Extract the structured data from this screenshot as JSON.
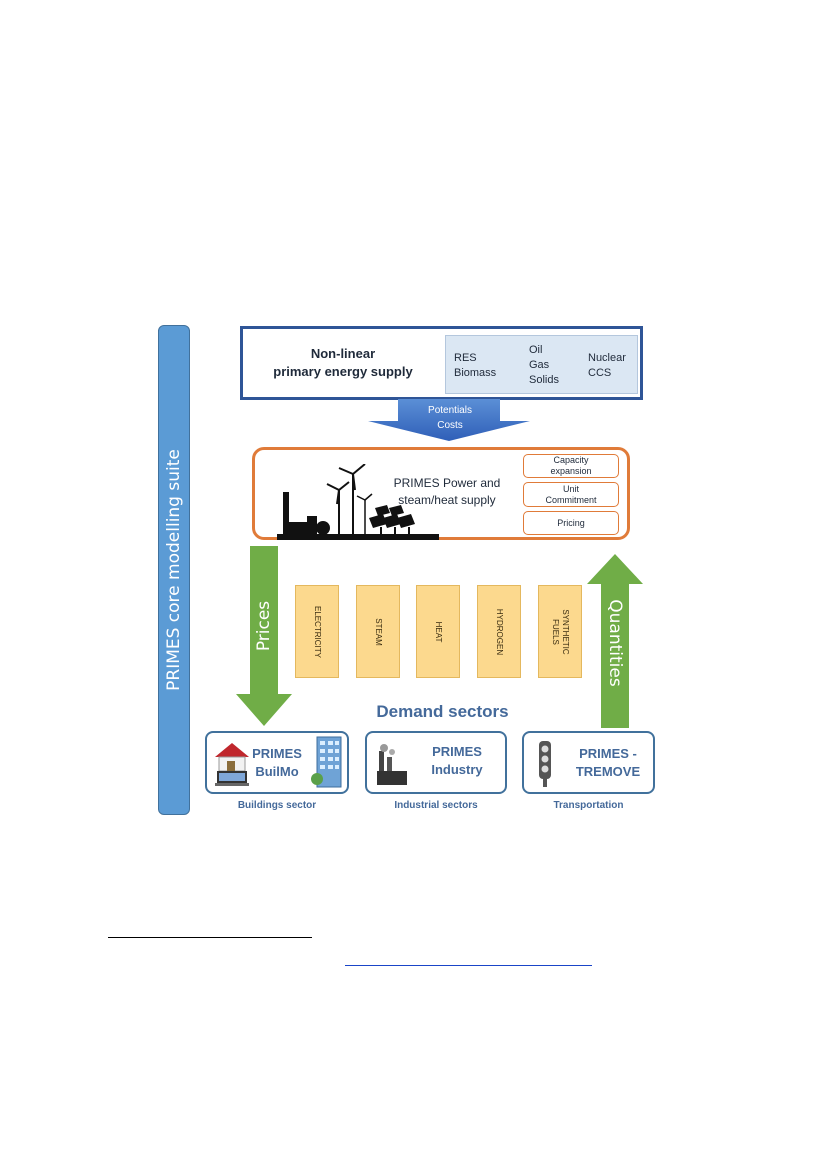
{
  "suite_label": "PRIMES core modelling suite",
  "primary_supply": {
    "title_line1": "Non-linear",
    "title_line2": "primary energy supply",
    "fuels_col1": [
      "RES",
      "Biomass"
    ],
    "fuels_col2": [
      "Oil",
      "Gas",
      "Solids"
    ],
    "fuels_col3": [
      "Nuclear",
      "CCS"
    ]
  },
  "potentials_arrow": {
    "line1": "Potentials",
    "line2": "Costs"
  },
  "power": {
    "title_line1": "PRIMES Power and",
    "title_line2": "steam/heat supply",
    "sub_boxes": [
      {
        "line1": "Capacity",
        "line2": "expansion"
      },
      {
        "line1": "Unit",
        "line2": "Commitment"
      },
      {
        "line1": "Pricing",
        "line2": ""
      }
    ]
  },
  "prices_label": "Prices",
  "quantities_label": "Quantities",
  "carriers": [
    "ELECTRICITY",
    "STEAM",
    "HEAT",
    "HYDROGEN",
    "SYNTHETIC FUELS"
  ],
  "demand_title": "Demand sectors",
  "sectors": [
    {
      "name_line1": "PRIMES",
      "name_line2": "BuilMo",
      "caption": "Buildings sector"
    },
    {
      "name_line1": "PRIMES",
      "name_line2": "Industry",
      "caption": "Industrial sectors"
    },
    {
      "name_line1": "PRIMES -",
      "name_line2": "TREMOVE",
      "caption": "Transportation"
    }
  ],
  "colors": {
    "suite_blue": "#5b9bd5",
    "box_navy": "#2f5597",
    "power_orange": "#e07b39",
    "arrow_green": "#70ad47",
    "carrier_fill": "#fcd98e",
    "demand_text": "#44699a"
  }
}
